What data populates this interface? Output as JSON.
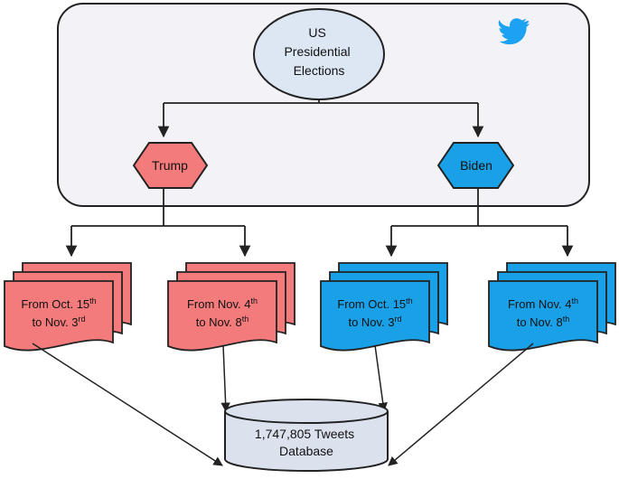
{
  "root": {
    "lines": [
      "US",
      "Presidential",
      "Elections"
    ]
  },
  "candidates": [
    {
      "name": "Trump",
      "color": "#f47b7b"
    },
    {
      "name": "Biden",
      "color": "#1aa0e6"
    }
  ],
  "periods": [
    {
      "line1": "From Oct. 15",
      "sup1": "th",
      "line2": "to Nov. 3",
      "sup2": "rd"
    },
    {
      "line1": "From Nov. 4",
      "sup1": "th",
      "line2": "to Nov. 8",
      "sup2": "th"
    },
    {
      "line1": "From Oct. 15",
      "sup1": "th",
      "line2": "to Nov. 3",
      "sup2": "rd"
    },
    {
      "line1": "From Nov. 4",
      "sup1": "th",
      "line2": "to Nov. 8",
      "sup2": "th"
    }
  ],
  "database": {
    "line1": "1,747,805 Tweets",
    "line2": "Database"
  },
  "colors": {
    "root_fill": "#dde7f3",
    "panel_fill": "#f3f3f7",
    "db_fill": "#dbe2ee",
    "twitter": "#1da1f2",
    "stroke": "#222222"
  },
  "icons": {
    "corner": "twitter-bird-icon"
  }
}
